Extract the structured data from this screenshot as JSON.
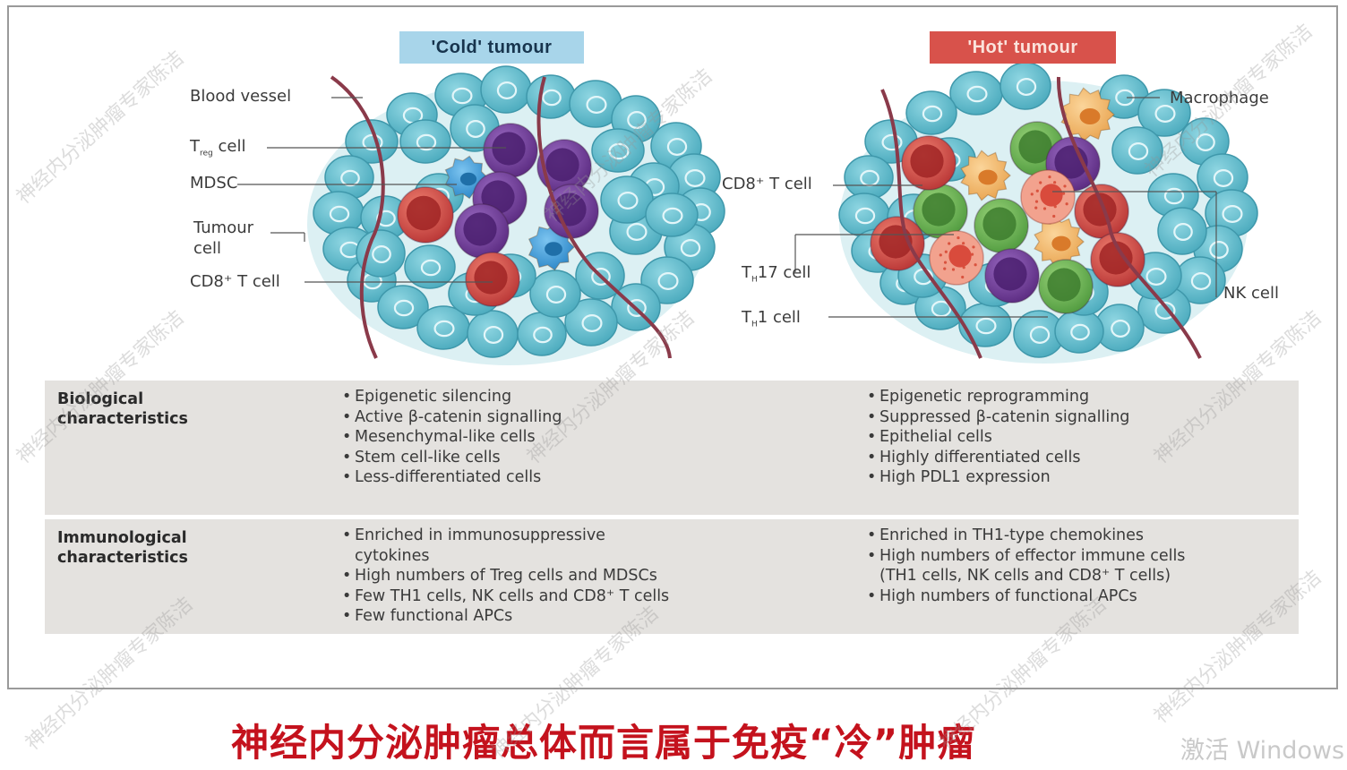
{
  "cold": {
    "title": "'Cold' tumour",
    "labels": {
      "blood_vessel": "Blood vessel",
      "treg_main": "T",
      "treg_sub": "reg",
      "treg_rest": " cell",
      "mdsc": "MDSC",
      "tumour_line1": "Tumour",
      "tumour_line2": "cell",
      "cd8": "CD8⁺ T cell"
    }
  },
  "hot": {
    "title": "'Hot' tumour",
    "labels": {
      "macrophage": "Macrophage",
      "cd8": "CD8⁺ T cell",
      "th17_main": "T",
      "th17_sub": "H",
      "th17_rest": "17 cell",
      "th1_main": "T",
      "th1_sub": "H",
      "th1_rest": "1 cell",
      "nk": "NK cell"
    }
  },
  "table": {
    "biological": {
      "heading": "Biological characteristics",
      "cold": [
        "Epigenetic silencing",
        "Active β-catenin signalling",
        "Mesenchymal-like cells",
        "Stem cell-like cells",
        "Less-differentiated cells"
      ],
      "hot": [
        "Epigenetic reprogramming",
        "Suppressed β-catenin signalling",
        "Epithelial cells",
        "Highly differentiated cells",
        "High PDL1 expression"
      ]
    },
    "immunological": {
      "heading": "Immunological characteristics",
      "cold": [
        "Enriched in immunosuppressive cytokines",
        "High numbers of Treg cells and MDSCs",
        "Few TH1 cells, NK cells and CD8⁺ T cells",
        "Few functional APCs"
      ],
      "hot": [
        "Enriched in TH1-type chemokines",
        "High numbers of effector immune cells (TH1 cells, NK cells and CD8⁺ T cells)",
        "High numbers of functional APCs"
      ]
    }
  },
  "caption": "神经内分泌肿瘤总体而言属于免疫“冷”肿瘤",
  "watermark": "神经内分泌肿瘤专家陈洁",
  "os_overlay": "激活 Windows",
  "colors": {
    "cold_title_bg": "#a8d5ea",
    "hot_title_bg": "#d8524b",
    "tumour_cell": "#5bb8c9",
    "treg": "#7b3fa0",
    "cd8": "#c94040",
    "mdsc": "#3b9bd6",
    "macrophage": "#f0b56a",
    "th17": "#e87a6a",
    "th1": "#6fb55a",
    "nk": "#d44a4a",
    "vessel": "#8a3a4a",
    "caption": "#c4121d",
    "table_bg": "#e4e2df"
  }
}
